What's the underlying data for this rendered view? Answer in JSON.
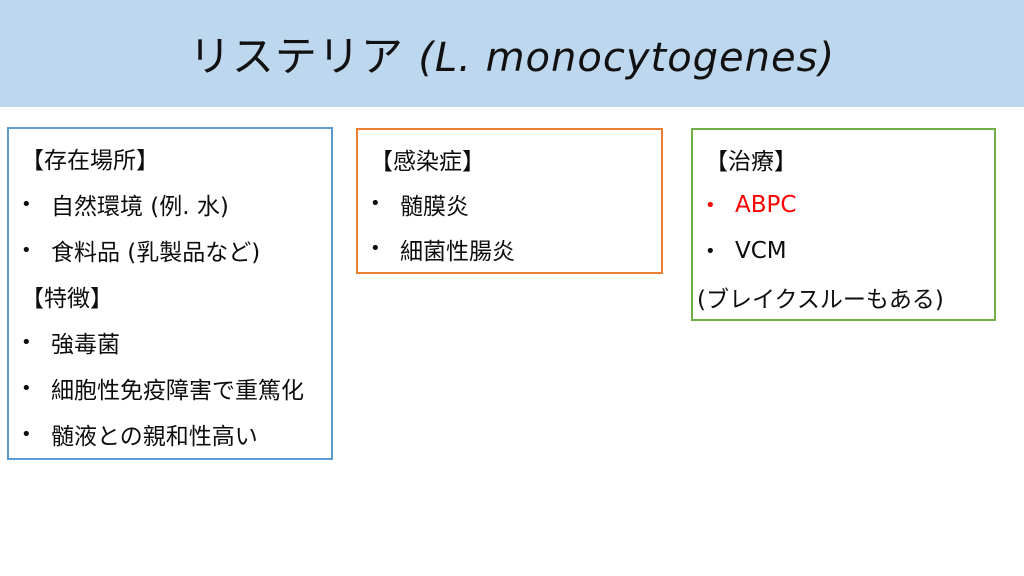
{
  "slide": {
    "title_jp": "リステリア ",
    "title_latin": "(L. monocytogenes)"
  },
  "bullet_char": "•",
  "colors": {
    "header_bg": "#BDD7EE",
    "box1_border": "#5B9BD5",
    "box2_border": "#ED7D31",
    "box3_border": "#70AD47",
    "text": "#0d0d0d",
    "highlight_red": "#FF0000"
  },
  "boxes": [
    {
      "name": "box-locations-features",
      "lines": [
        {
          "type": "heading",
          "text": "【存在場所】"
        },
        {
          "type": "bullet",
          "text": "自然環境 (例. 水)"
        },
        {
          "type": "bullet",
          "text": "食料品 (乳製品など)"
        },
        {
          "type": "heading",
          "text": "【特徴】"
        },
        {
          "type": "bullet",
          "text": "強毒菌"
        },
        {
          "type": "bullet",
          "text": "細胞性免疫障害で重篤化"
        },
        {
          "type": "bullet",
          "text": "髄液との親和性高い"
        }
      ]
    },
    {
      "name": "box-infections",
      "lines": [
        {
          "type": "heading",
          "text": "【感染症】"
        },
        {
          "type": "bullet",
          "text": "髄膜炎"
        },
        {
          "type": "bullet",
          "text": "細菌性腸炎"
        }
      ]
    },
    {
      "name": "box-treatment",
      "lines": [
        {
          "type": "heading",
          "text": "【治療】"
        },
        {
          "type": "bullet",
          "text": "ABPC",
          "color": "red"
        },
        {
          "type": "bullet",
          "text": "VCM"
        },
        {
          "type": "plain",
          "text": "(ブレイクスルーもある)"
        }
      ]
    }
  ]
}
